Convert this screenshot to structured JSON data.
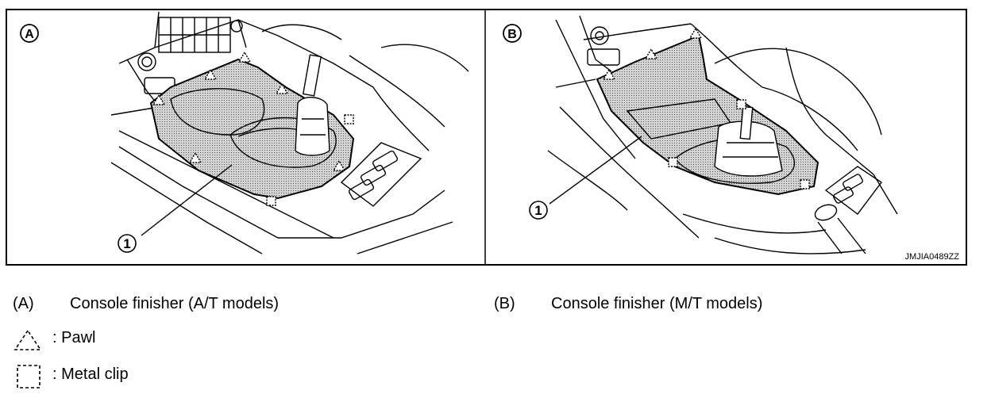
{
  "figure": {
    "panel_a_marker": "A",
    "panel_b_marker": "B",
    "part_callout": "1",
    "image_id": "JMJIA0489ZZ"
  },
  "legend": {
    "panel_a": {
      "code": "(A)",
      "text": "Console finisher (A/T models)"
    },
    "panel_b": {
      "code": "(B)",
      "text": "Console finisher (M/T models)"
    },
    "pawl": {
      "icon": "dashed-triangle-icon",
      "text": ": Pawl"
    },
    "metal_clip": {
      "icon": "dashed-square-icon",
      "text": ": Metal clip"
    }
  },
  "colors": {
    "line": "#000000",
    "shade": "#c7c7c7",
    "background": "#ffffff"
  }
}
